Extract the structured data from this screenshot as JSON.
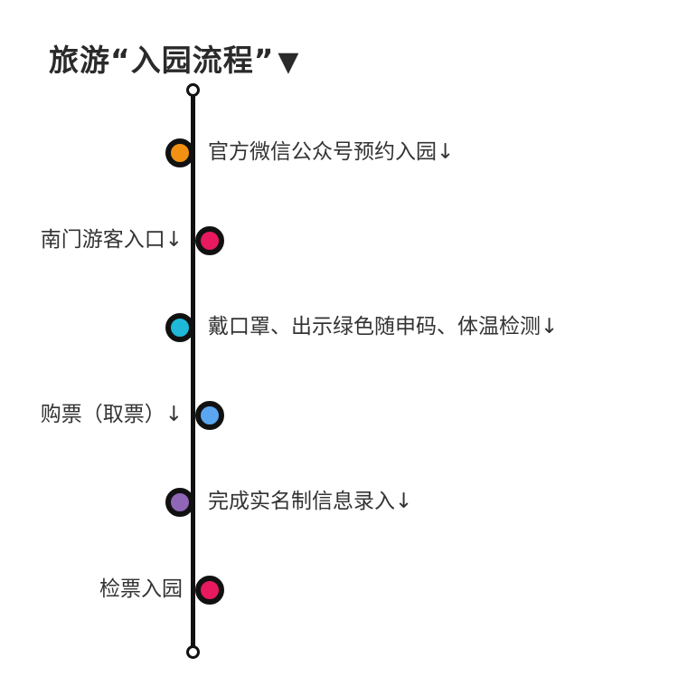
{
  "title": {
    "text": "旅游“入园流程”",
    "arrow": "▼"
  },
  "steps": [
    {
      "label": "官方微信公众号预约入园↓",
      "color": "#f29111",
      "side": "right"
    },
    {
      "label": "南门游客入口↓",
      "color": "#e8195f",
      "side": "left"
    },
    {
      "label": "戴口罩、出示绿色随申码、体温检测↓",
      "color": "#1fb8d8",
      "side": "right"
    },
    {
      "label": "购票（取票）↓",
      "color": "#5aa6f0",
      "side": "left"
    },
    {
      "label": "完成实名制信息录入↓",
      "color": "#9066b8",
      "side": "right"
    },
    {
      "label": "检票入园",
      "color": "#e8195f",
      "side": "left"
    }
  ]
}
